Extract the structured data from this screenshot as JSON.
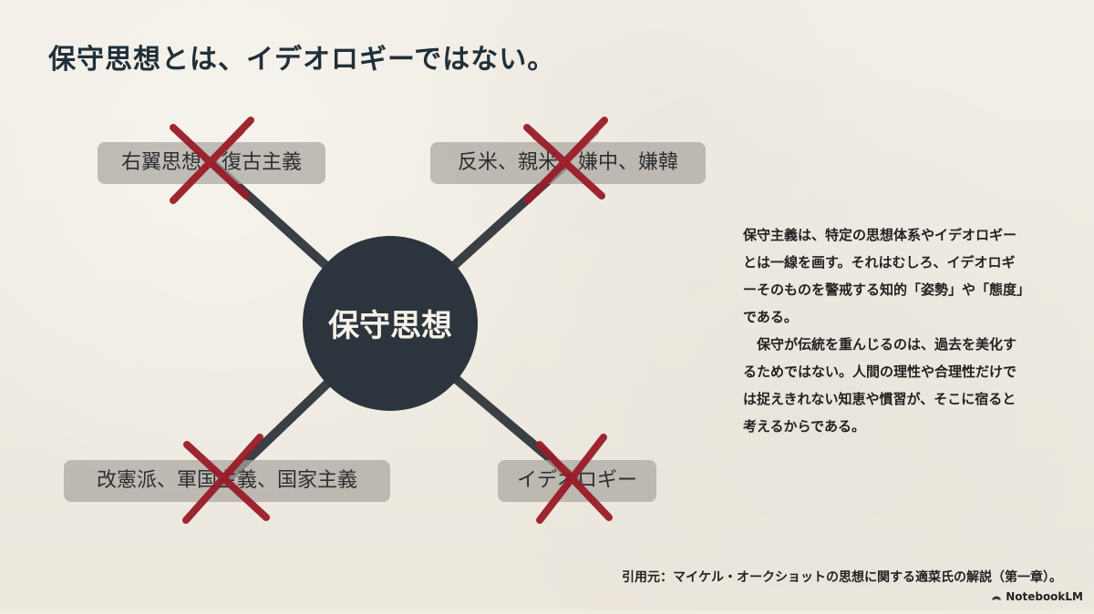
{
  "title": "保守思想とは、イデオロギーではない。",
  "diagram": {
    "center": "保守思想",
    "nodes": [
      {
        "label": "右翼思想、復古主義"
      },
      {
        "label": "反米、親米、嫌中、嫌韓"
      },
      {
        "label": "改憲派、軍国主義、国家主義"
      },
      {
        "label": "イデオロギー"
      }
    ],
    "colors": {
      "center_fill": "#2c353d",
      "line": "#3a3f44",
      "cross": "#9a1c28",
      "node_fill": "#b2ada7"
    }
  },
  "body": {
    "paragraph_1": "保守主義は、特定の思想体系やイデオロギー\nとは一線を画す。それはむしろ、イデオロギ\nーそのものを警戒する知的「姿勢」や「態度」\nである。",
    "paragraph_2": "　保守が伝統を重んじるのは、過去を美化す\nるためではない。人間の理性や合理性だけで\nは捉えきれない知恵や慣習が、そこに宿ると\n考えるからである。"
  },
  "citation": "引用元：マイケル・オークショットの思想に関する適菜氏の解説（第一章）。",
  "brand": {
    "name": "NotebookLM"
  }
}
